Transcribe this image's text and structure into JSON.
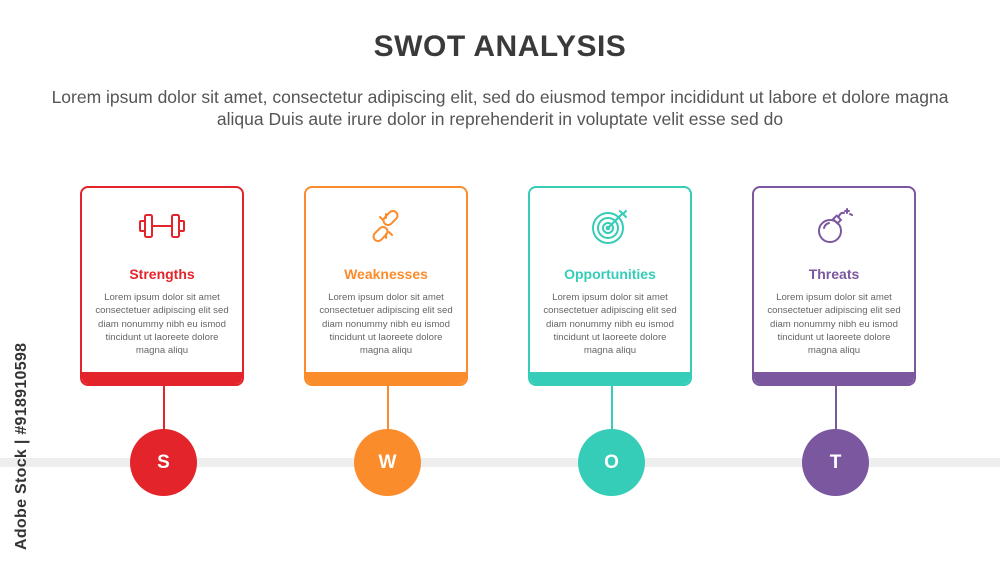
{
  "header": {
    "title": "SWOT ANALYSIS",
    "subtitle": "Lorem ipsum dolor sit amet, consectetur adipiscing elit, sed do eiusmod tempor incididunt ut labore et dolore magna aliqua Duis aute irure dolor in reprehenderit in voluptate velit esse sed do"
  },
  "items": [
    {
      "name": "Strengths",
      "letter": "S",
      "color": "#e3242b",
      "icon": "dumbbell-icon",
      "body": "Lorem ipsum dolor sit amet consectetuer adipiscing elit sed diam nonummy nibh eu ismod tincidunt ut laoreete dolore magna aliqu"
    },
    {
      "name": "Weaknesses",
      "letter": "W",
      "color": "#fb8c2c",
      "icon": "broken-chain-icon",
      "body": "Lorem ipsum dolor sit amet consectetuer adipiscing elit sed diam nonummy nibh eu ismod tincidunt ut laoreete dolore magna aliqu"
    },
    {
      "name": "Opportunities",
      "letter": "O",
      "color": "#35cdb8",
      "icon": "target-arrow-icon",
      "body": "Lorem ipsum dolor sit amet consectetuer adipiscing elit sed diam nonummy nibh eu ismod tincidunt ut laoreete dolore magna aliqu"
    },
    {
      "name": "Threats",
      "letter": "T",
      "color": "#7b579f",
      "icon": "bomb-icon",
      "body": "Lorem ipsum dolor sit amet consectetuer adipiscing elit sed diam nonummy nibh eu ismod tincidunt ut laoreete dolore magna aliqu"
    }
  ],
  "watermark": {
    "text": "Adobe Stock | #918910598"
  }
}
